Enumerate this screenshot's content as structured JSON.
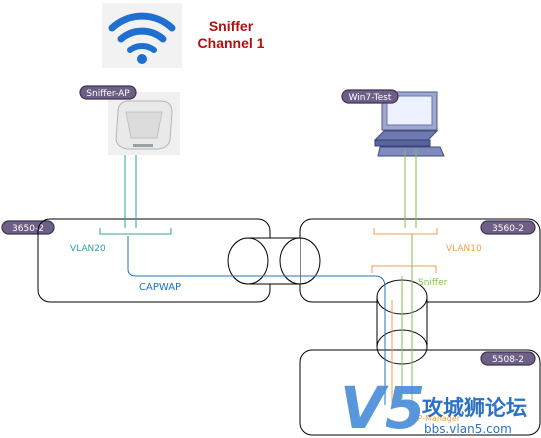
{
  "title": {
    "line1": "Sniffer",
    "line2": "Channel 1"
  },
  "devices": {
    "ap": "Sniffer-AP",
    "pc": "Win7-Test",
    "sw_left": "3650-2",
    "sw_right": "3560-2",
    "wlc": "5508-2"
  },
  "links": {
    "vlan20": "VLAN20",
    "vlan10": "VLAN10",
    "capwap": "CAPWAP",
    "sniffer": "Sniffer",
    "ap_manager": "AP-Manager"
  },
  "watermark": {
    "brand": "攻城狮论坛",
    "url": "bbs.vlan5.com",
    "logo_letters": "V5"
  },
  "colors": {
    "wifi": "#1f6fd0",
    "title": "#b10f10",
    "pill": "#6e5f86",
    "teal": "#2aa79a",
    "blue": "#1b73c7",
    "green": "#7cc24a",
    "orange": "#f0a040"
  }
}
